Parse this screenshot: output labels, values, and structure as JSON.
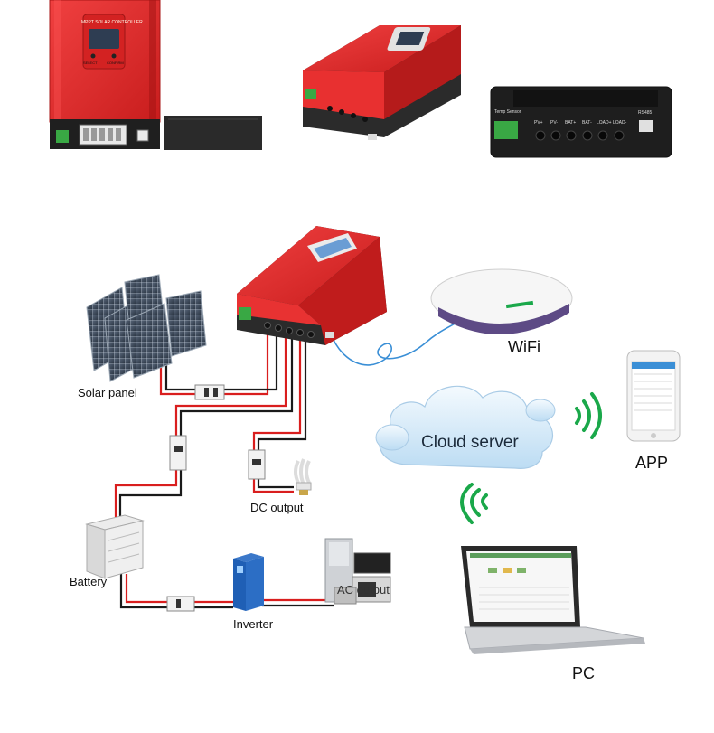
{
  "device_labels": {
    "top_controller_title": "MPPT SOLAR CONTROLLER",
    "top_btn_left": "SELECT",
    "top_btn_right": "CONFIRM",
    "back_panel": {
      "temp_sensor": "Temp Sensor",
      "ports": [
        "PV+",
        "PV-",
        "BAT+",
        "BAT-",
        "LOAD+",
        "LOAD-"
      ],
      "rs485": "RS485"
    }
  },
  "components": {
    "solar_panel": "Solar panel",
    "battery": "Battery",
    "dc_output": "DC output",
    "inverter": "Inverter",
    "ac_output": "AC output",
    "wifi": "WiFi",
    "cloud_server": "Cloud server",
    "app": "APP",
    "pc": "PC"
  },
  "colors": {
    "controller_red": "#e02a2a",
    "controller_dark": "#2c2c2c",
    "wire_red": "#d91e1e",
    "wire_black": "#1a1a1a",
    "signal_green": "#1aa84a",
    "cloud_blue": "#cfe6f7",
    "network_cable": "#3a8fd6"
  }
}
